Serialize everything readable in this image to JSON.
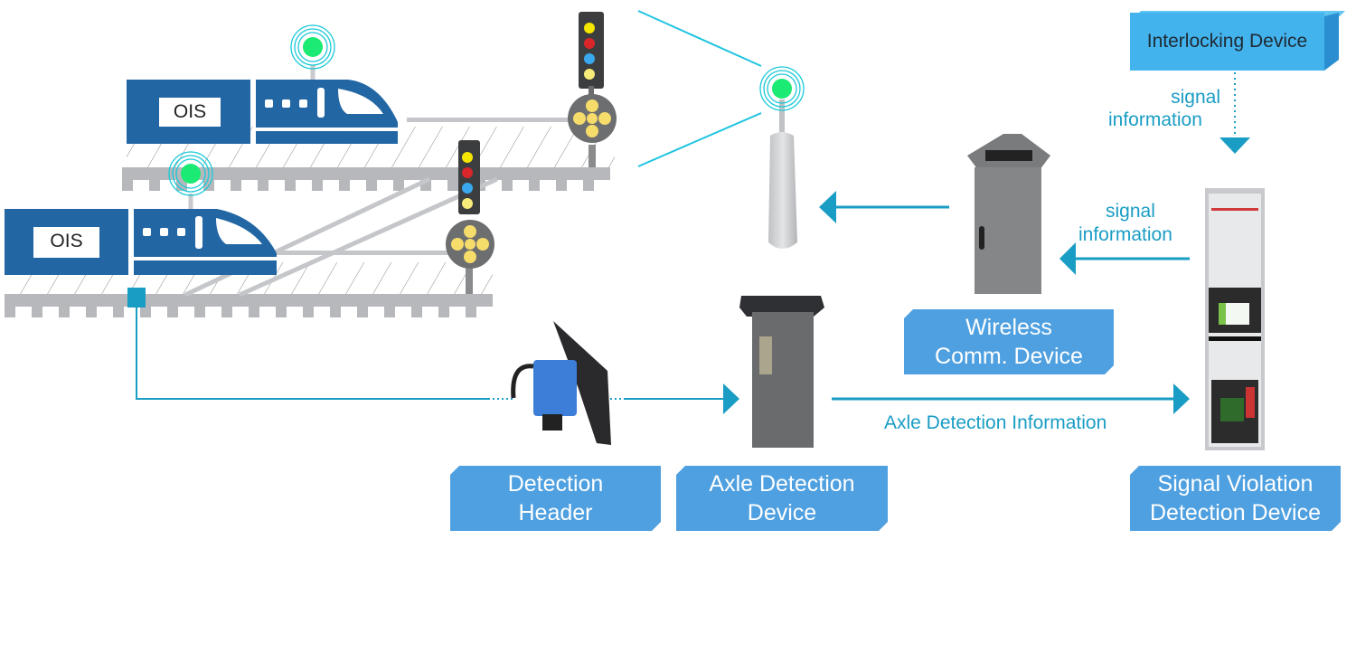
{
  "diagram": {
    "title": "Signal Violation Detection System",
    "trains": [
      {
        "label": "OIS"
      },
      {
        "label": "OIS"
      }
    ],
    "nodes": {
      "interlocking": "Interlocking Device",
      "wireless": [
        "Wireless",
        "Comm. Device"
      ],
      "detection_header": [
        "Detection",
        "Header"
      ],
      "axle_detection": [
        "Axle Detection",
        "Device"
      ],
      "signal_violation": [
        "Signal Violation",
        "Detection Device"
      ]
    },
    "flows": {
      "interlocking_to_svd": [
        "signal",
        "information"
      ],
      "svd_to_wireless": [
        "signal",
        "information"
      ],
      "axle_to_svd": "Axle Detection Information"
    },
    "signal_lamp_colors": [
      "#f5e600",
      "#d8262a",
      "#3aa8ee",
      "#f7ec7a"
    ],
    "colors": {
      "accent": "#4fa0e0",
      "flow_line": "#1a9dc4",
      "train": "#2266a4",
      "rail": "#b6b8bc",
      "beacon": "#1bea74"
    }
  }
}
